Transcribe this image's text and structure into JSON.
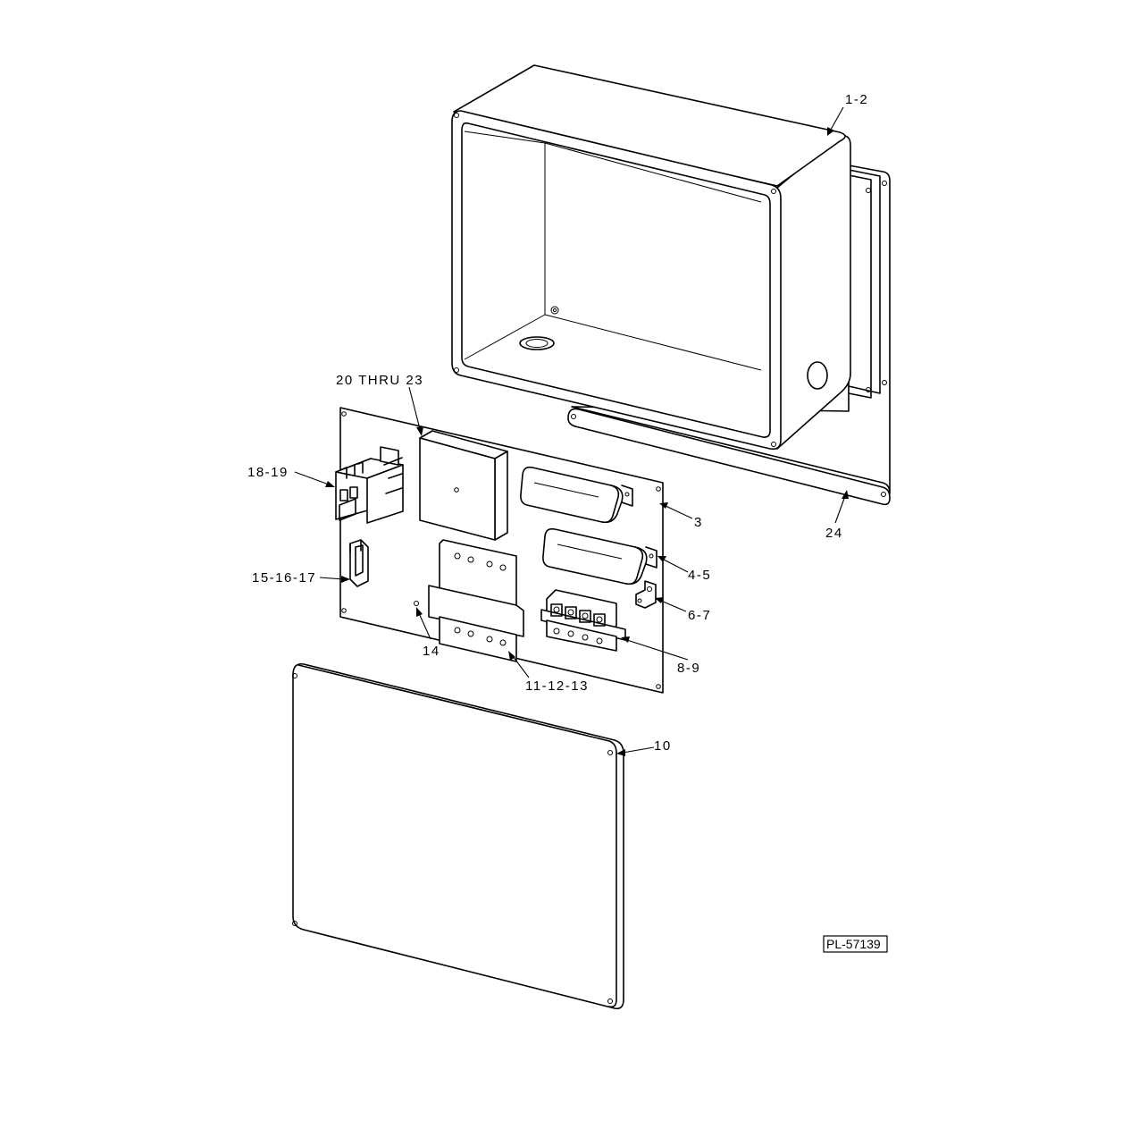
{
  "callouts": {
    "c_1_2": "1-2",
    "c_24": "24",
    "c_20_23": "20 THRU 23",
    "c_18_19": "18-19",
    "c_3": "3",
    "c_4_5": "4-5",
    "c_15_17": "15-16-17",
    "c_6_7": "6-7",
    "c_14": "14",
    "c_8_9": "8-9",
    "c_11_13": "11-12-13",
    "c_10": "10"
  },
  "drawing_number": "PL-57139"
}
